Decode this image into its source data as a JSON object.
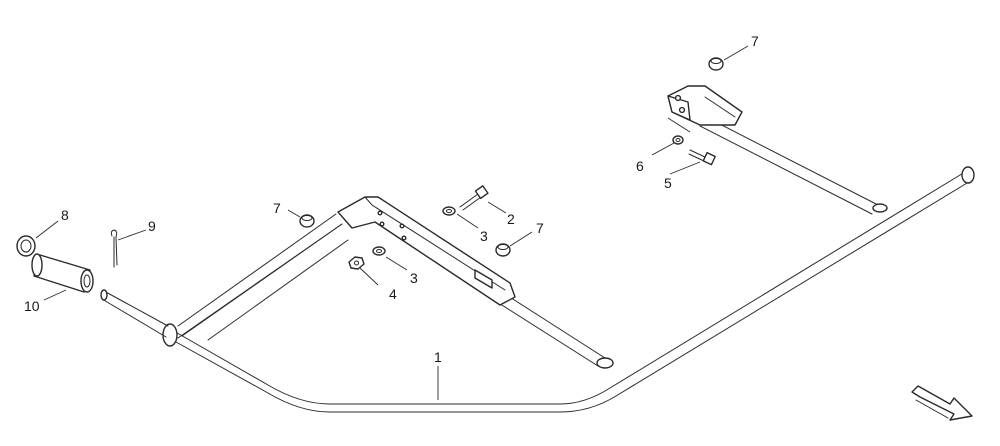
{
  "callouts": {
    "c1": "1",
    "c2": "2",
    "c3a": "3",
    "c3b": "3",
    "c4": "4",
    "c5": "5",
    "c6": "6",
    "c7a": "7",
    "c7b": "7",
    "c7c": "7",
    "c8": "8",
    "c9": "9",
    "c10": "10"
  },
  "colors": {
    "line": "#2a2a2a",
    "background": "#ffffff"
  },
  "icons": {
    "direction": "direction-arrow-icon"
  }
}
